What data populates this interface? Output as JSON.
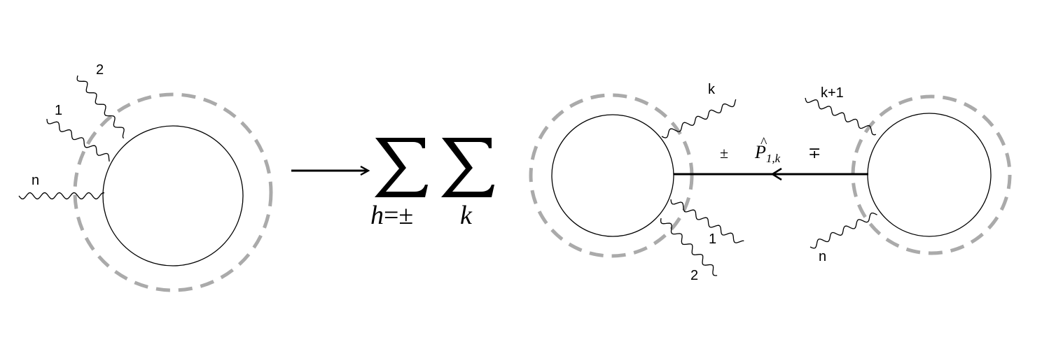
{
  "left_blob": {
    "leg_labels": [
      "2",
      "1",
      "n"
    ]
  },
  "operator": {
    "sum1_sub_var": "h",
    "sum1_sub_rest": "=±",
    "sum2_sub": "k"
  },
  "right_diagram": {
    "left_leg_labels": [
      "k",
      "1",
      "2"
    ],
    "right_leg_labels": [
      "k+1",
      "n"
    ],
    "propagator": {
      "left_sign": "±",
      "right_sign": "∓",
      "momentum_symbol": "P",
      "momentum_subscript": "1,k"
    }
  }
}
